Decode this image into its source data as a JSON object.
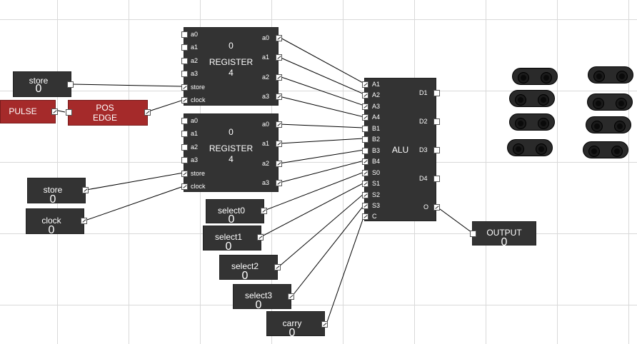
{
  "inputs": {
    "store_top": {
      "label": "store",
      "value": "0"
    },
    "store_bottom": {
      "label": "store",
      "value": "0"
    },
    "clock": {
      "label": "clock",
      "value": "0"
    },
    "select0": {
      "label": "select0",
      "value": "0"
    },
    "select1": {
      "label": "select1",
      "value": "0"
    },
    "select2": {
      "label": "select2",
      "value": "0"
    },
    "select3": {
      "label": "select3",
      "value": "0"
    },
    "carry": {
      "label": "carry",
      "value": "0"
    }
  },
  "pulse": {
    "label": "PULSE"
  },
  "pos_edge": {
    "line1": "POS",
    "line2": "EDGE"
  },
  "register": {
    "value": "0",
    "name": "REGISTER",
    "bits": "4",
    "left_pins": [
      "a0",
      "a1",
      "a2",
      "a3",
      "store",
      "clock"
    ],
    "right_pins": [
      "a0",
      "a1",
      "a2",
      "a3"
    ]
  },
  "alu": {
    "name": "ALU",
    "left_pins": [
      "A1",
      "A2",
      "A3",
      "A4",
      "B1",
      "B2",
      "B3",
      "B4",
      "S0",
      "S1",
      "S2",
      "S3",
      "C"
    ],
    "right_pins": [
      "D1",
      "D2",
      "D3",
      "D4",
      "O"
    ]
  },
  "output": {
    "label": "OUTPUT",
    "value": "0"
  },
  "colors": {
    "component": "#333333",
    "pulse": "#a52a2a",
    "grid": "#d9d9d9"
  },
  "icons": [
    "switch-icon"
  ]
}
